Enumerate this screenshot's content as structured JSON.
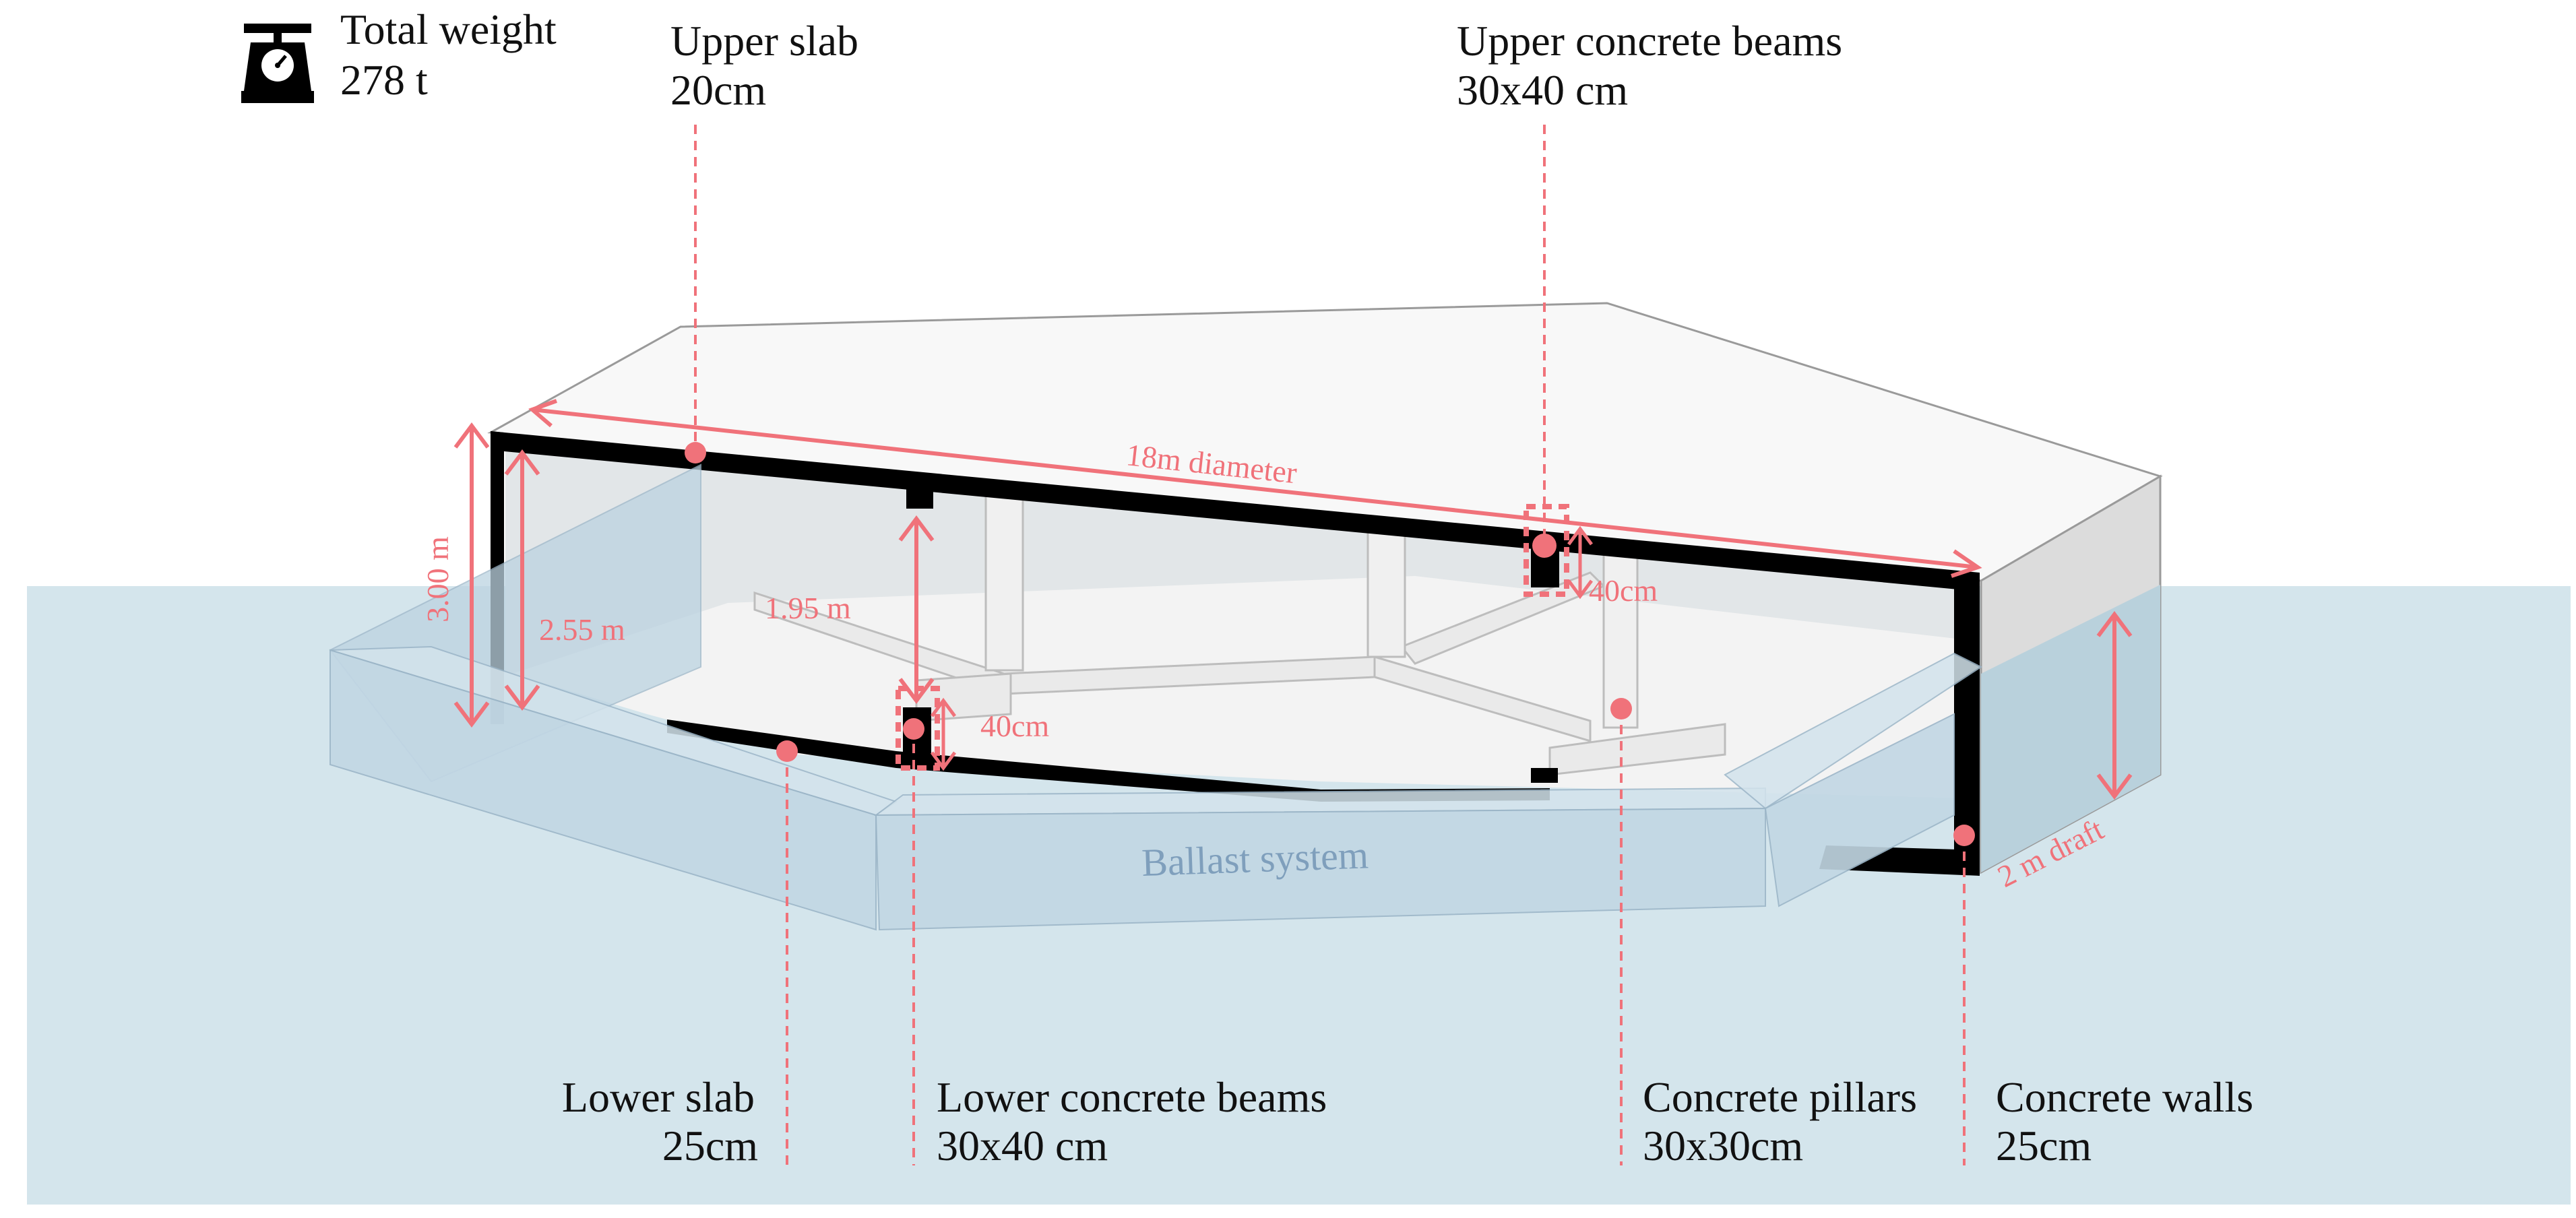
{
  "weight": {
    "icon": "scale-icon",
    "title": "Total weight",
    "value": "278 t"
  },
  "callouts": {
    "upper_slab": {
      "name": "Upper slab",
      "size": "20cm"
    },
    "upper_beams": {
      "name": "Upper concrete beams",
      "size": "30x40 cm"
    },
    "lower_slab": {
      "name": "Lower slab",
      "size": "25cm"
    },
    "lower_beams": {
      "name": "Lower concrete beams",
      "size": "30x40 cm"
    },
    "pillars": {
      "name": "Concrete pillars",
      "size": "30x30cm"
    },
    "walls": {
      "name": "Concrete walls",
      "size": "25cm"
    }
  },
  "dimensions": {
    "diameter": "18m diameter",
    "height_total": "3.00 m",
    "height_inner": "2.55 m",
    "span": "1.95 m",
    "upper_beam_depth": "40cm",
    "lower_beam_depth": "40cm",
    "draft": "2 m draft"
  },
  "ballast": "Ballast system",
  "colors": {
    "accent": "#f0727a",
    "water": "#d4e5ec",
    "ballast_fill": "#c0d6e4",
    "structure": "#000000"
  }
}
